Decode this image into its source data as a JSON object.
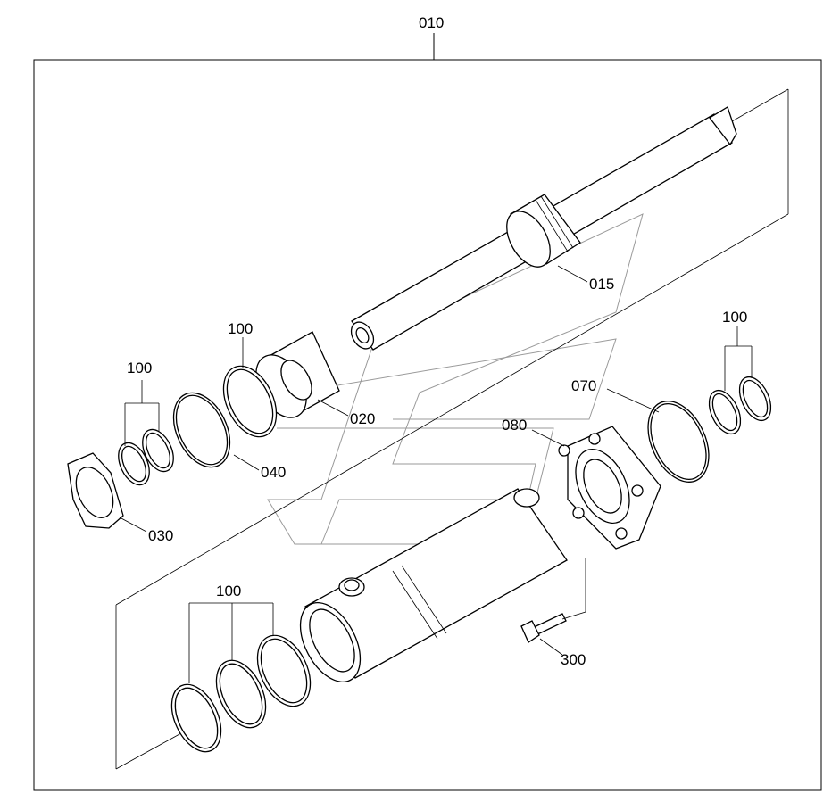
{
  "diagram": {
    "callouts": {
      "assembly": "010",
      "rod": "015",
      "gland": "020",
      "nut": "030",
      "wear_ring": "040",
      "snap_ring": "070",
      "ring_080": "080",
      "bolt": "300",
      "seal_kit_left": "100",
      "seal_kit_gland": "100",
      "seal_kit_right": "100",
      "seal_kit_bottom": "100"
    }
  }
}
